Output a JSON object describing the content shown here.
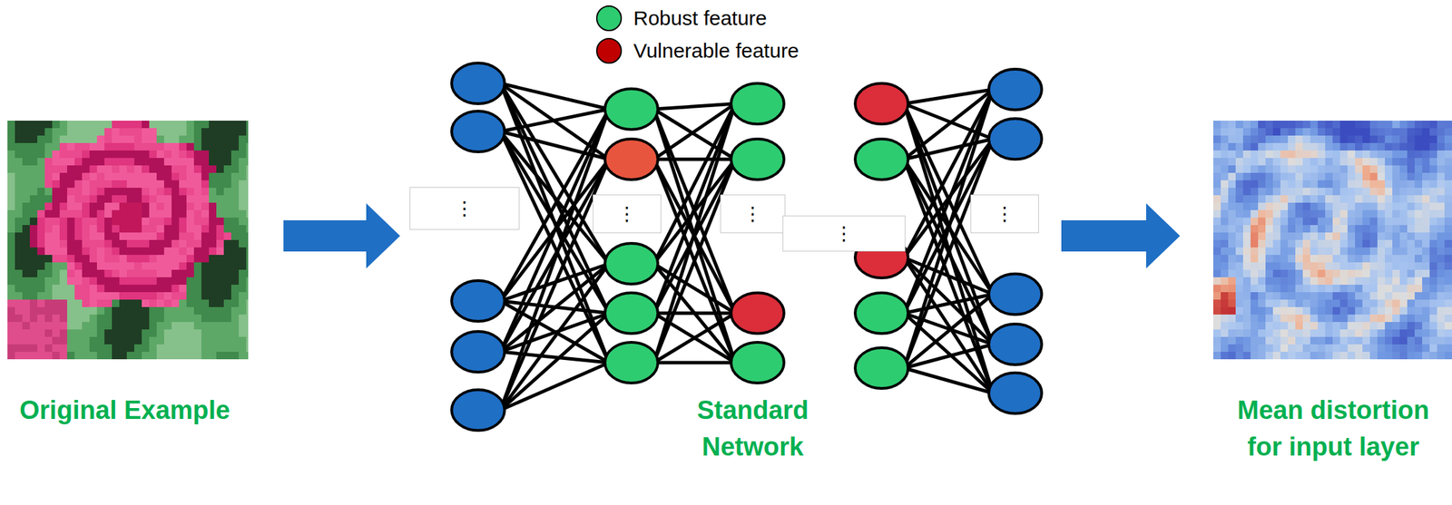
{
  "diagram": {
    "nodes": [
      {
        "text": [
          "⋮"
        ]
      },
      {
        "text": [
          "⋮"
        ]
      },
      {
        "text": [
          "⋮"
        ]
      },
      {
        "text": [
          "⋮"
        ]
      },
      {
        "text": [
          "⋮"
        ]
      }
    ],
    "labels": [
      "Original Example",
      "Standard Network",
      "Mean distortion for input layer"
    ],
    "legend": [
      {
        "text": "Robust feature",
        "color": "#2ecc71"
      },
      {
        "text": "Vulnerable feature",
        "color": "#c00000"
      }
    ]
  }
}
